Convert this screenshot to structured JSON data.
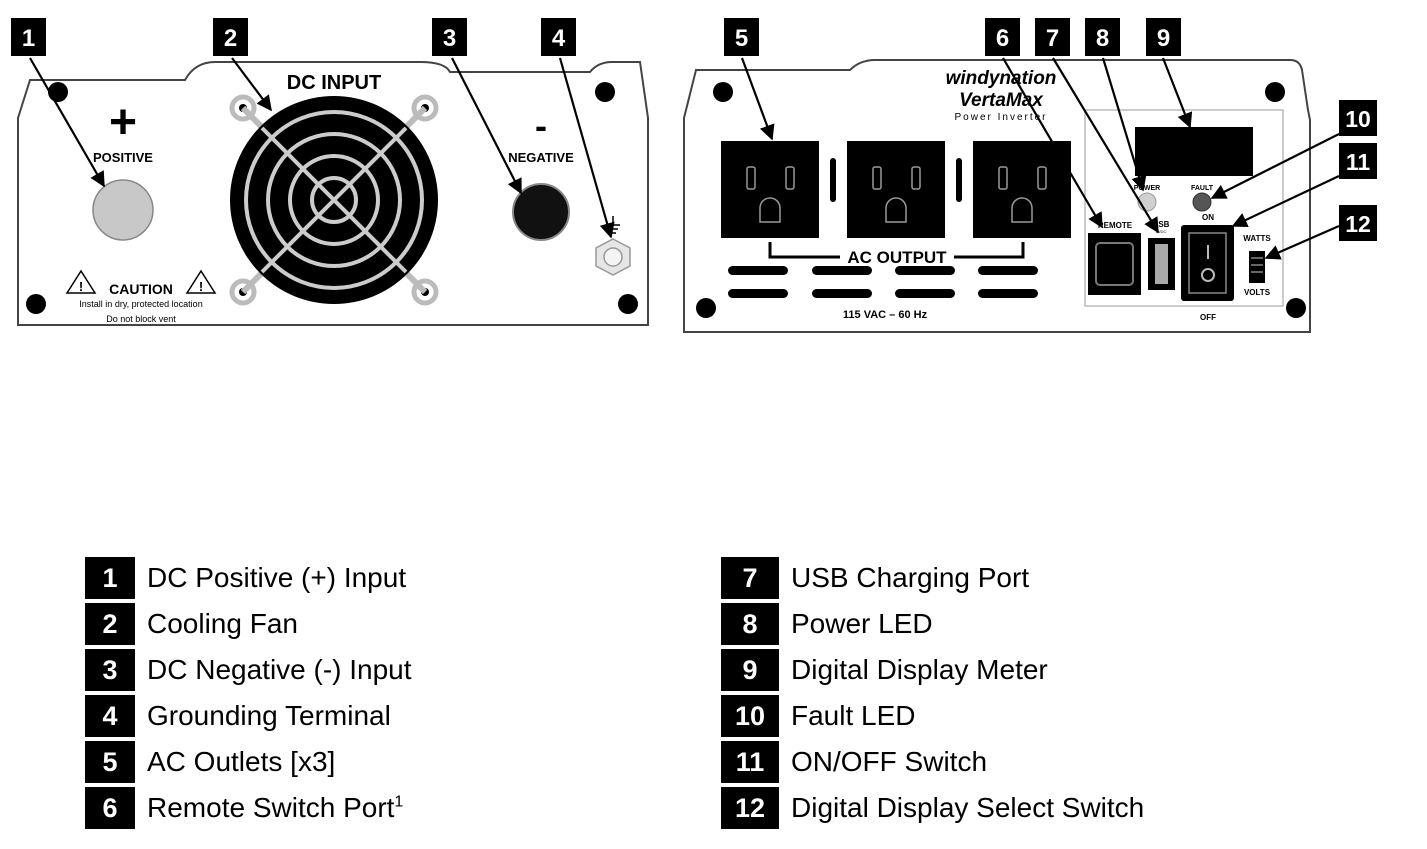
{
  "front_panel": {
    "dc_input_label": "DC INPUT",
    "positive_symbol": "+",
    "positive_label": "POSITIVE",
    "negative_symbol": "-",
    "negative_label": "NEGATIVE",
    "caution_title": "CAUTION",
    "caution_line1": "Install in dry, protected location",
    "caution_line2": "Do not block vent"
  },
  "rear_panel": {
    "brand": "windynation",
    "model": "VertaMax",
    "product": "Power Inverter",
    "ac_output_label": "AC OUTPUT",
    "voltage_label": "115 VAC – 60 Hz",
    "power_led_label": "POWER",
    "fault_led_label": "FAULT",
    "remote_label": "REMOTE",
    "usb_label": "USB",
    "usb_sub_label": "5VDC",
    "on_label": "ON",
    "off_label": "OFF",
    "watts_label": "WATTS",
    "volts_label": "VOLTS"
  },
  "callouts": [
    "1",
    "2",
    "3",
    "4",
    "5",
    "6",
    "7",
    "8",
    "9",
    "10",
    "11",
    "12"
  ],
  "legend": [
    {
      "num": "1",
      "text": "DC Positive (+) Input"
    },
    {
      "num": "2",
      "text": "Cooling Fan"
    },
    {
      "num": "3",
      "text": "DC Negative (-) Input"
    },
    {
      "num": "4",
      "text": "Grounding Terminal"
    },
    {
      "num": "5",
      "text": "AC Outlets [x3]"
    },
    {
      "num": "6",
      "text": "Remote Switch Port",
      "sup": "1"
    },
    {
      "num": "7",
      "text": "USB Charging Port"
    },
    {
      "num": "8",
      "text": "Power LED"
    },
    {
      "num": "9",
      "text": "Digital Display Meter"
    },
    {
      "num": "10",
      "text": "Fault LED"
    },
    {
      "num": "11",
      "text": "ON/OFF Switch"
    },
    {
      "num": "12",
      "text": "Digital Display Select Switch"
    }
  ]
}
